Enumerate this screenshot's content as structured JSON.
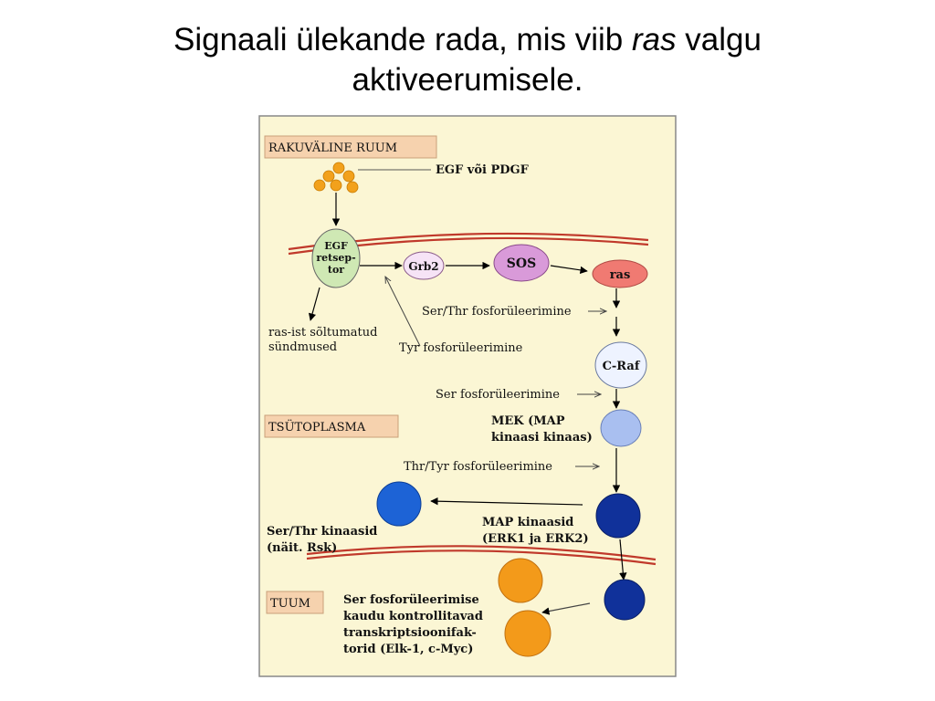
{
  "title": {
    "part1": "Signaali ülekande rada, mis viib ",
    "italic": "ras",
    "part2": " valgu",
    "line2": "aktiveerumisele."
  },
  "regions": {
    "extracellular": "RAKUVÄLINE RUUM",
    "cytoplasm": "TSÜTOPLASMA",
    "nucleus": "TUUM"
  },
  "nodes": {
    "ligand_label": "EGF või PDGF",
    "receptor": [
      "EGF",
      "retsep-",
      "tor"
    ],
    "grb2": "Grb2",
    "sos": "SOS",
    "ras": "ras",
    "craf": "C-Raf"
  },
  "labels": {
    "ras_independent": [
      "ras-ist sõltumatud",
      "sündmused"
    ],
    "tyr_phos": "Tyr fosforüleerimine",
    "serthr_phos": "Ser/Thr fosforüleerimine",
    "ser_phos": "Ser fosforüleerimine",
    "thrtyr_phos": "Thr/Tyr fosforüleerimine",
    "mek": [
      "MEK (MAP",
      "kinaasi kinaas)"
    ],
    "map_kinases": [
      "MAP kinaasid",
      "(ERK1 ja ERK2)"
    ],
    "serthr_kinases": [
      "Ser/Thr kinaasid",
      "(näit. Rsk)"
    ],
    "tf": [
      "Ser fosforüleerimise",
      "kaudu kontrollitavad",
      "transkriptsioonifak-",
      "torid (Elk-1, c-Myc)"
    ]
  },
  "colors": {
    "panel_bg": "#fbf6d4",
    "region_box": "#f6d2ae",
    "membrane": "#c0392b",
    "ligand": "#f2a11c",
    "receptor": "#cfe8b4",
    "grb2": "#f6e3f6",
    "sos": "#d99ad9",
    "ras": "#f07a72",
    "craf": "#eef3ff",
    "mek": "#a9bff0",
    "map_kinase": "#10319a",
    "serthr_kinase": "#1d63d6",
    "tf": "#f39a1a"
  }
}
